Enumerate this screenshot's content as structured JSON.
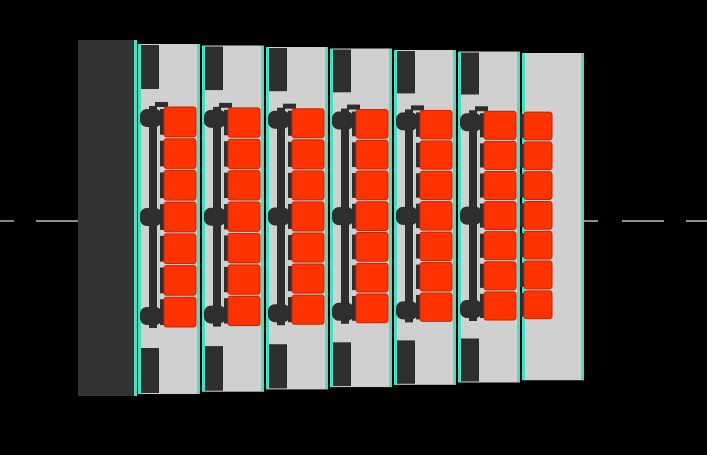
{
  "colors": {
    "background": "#000000",
    "end_plate": "#333333",
    "tray_panel": "#d0d0d0",
    "tray_edge": "#44e0c4",
    "rail": "#2e2e2e",
    "module": "#ff3200",
    "module_edge": "#c42600",
    "axis_line": "#bcbcbc"
  },
  "diagram": {
    "view": "isometric-top",
    "end_plate_count": 1,
    "trays": [
      {
        "id": "tray-1",
        "module_count": 7
      },
      {
        "id": "tray-2",
        "module_count": 7
      },
      {
        "id": "tray-3",
        "module_count": 7
      },
      {
        "id": "tray-4",
        "module_count": 7
      },
      {
        "id": "tray-5",
        "module_count": 7
      },
      {
        "id": "tray-6",
        "module_count": 7
      },
      {
        "id": "tray-7",
        "module_count": 7
      }
    ]
  }
}
